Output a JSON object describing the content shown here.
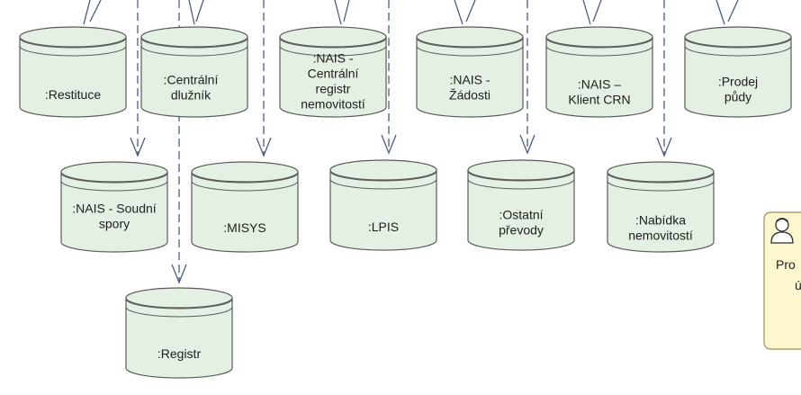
{
  "colors": {
    "db_fill": "#e3f0e3",
    "db_stroke": "#5a5a5a",
    "arrow": "#4d5a86",
    "actor_fill": "#fcf7cf",
    "actor_stroke": "#9c8f55"
  },
  "databases": [
    {
      "id": "restituce",
      "lines": [
        ":Restituce"
      ]
    },
    {
      "id": "centralni-dluznik",
      "lines": [
        ":Centrální",
        "dlužník"
      ]
    },
    {
      "id": "nais-crn",
      "lines": [
        ":NAIS -",
        "Centrální",
        "registr",
        "nemovitostí"
      ]
    },
    {
      "id": "nais-zadosti",
      "lines": [
        ":NAIS -",
        "Žádosti"
      ]
    },
    {
      "id": "nais-klient-crn",
      "lines": [
        ":NAIS –",
        "Klient CRN"
      ]
    },
    {
      "id": "prodej-pudy",
      "lines": [
        ":Prodej",
        "půdy"
      ]
    },
    {
      "id": "nais-soudni-spory",
      "lines": [
        ":NAIS - Soudní",
        "spory"
      ]
    },
    {
      "id": "misys",
      "lines": [
        ":MISYS"
      ]
    },
    {
      "id": "lpis",
      "lines": [
        ":LPIS"
      ]
    },
    {
      "id": "ostatni-prevody",
      "lines": [
        ":Ostatní",
        "převody"
      ]
    },
    {
      "id": "nabidka-nemovitosti",
      "lines": [
        ":Nabídka",
        "nemovitostí"
      ]
    },
    {
      "id": "registr",
      "lines": [
        ":Registr"
      ]
    }
  ],
  "actor": {
    "icon": "user-icon",
    "lines": [
      "Pro",
      "ú"
    ]
  }
}
